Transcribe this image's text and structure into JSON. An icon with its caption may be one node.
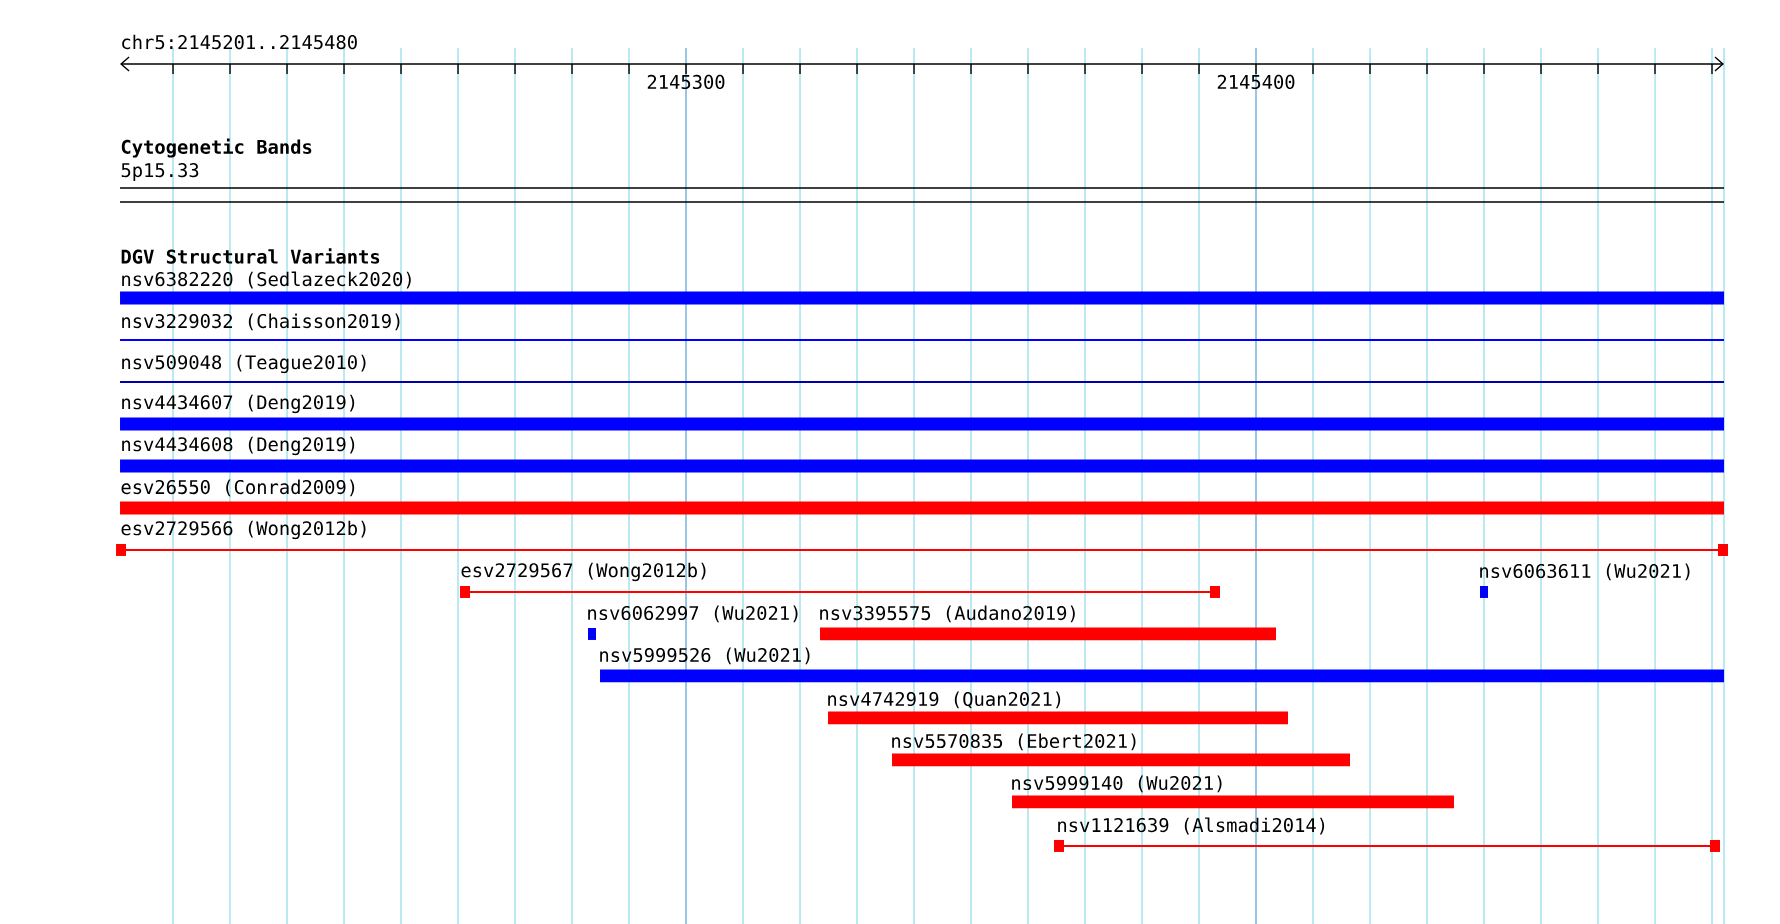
{
  "diagram": {
    "nodes": [
      {
        "text": [
          "nsv6382220 (Sedlazeck2020)"
        ]
      },
      {
        "text": [
          "nsv3229032 (Chaisson2019)"
        ]
      },
      {
        "text": [
          "nsv509048 (Teague2010)"
        ]
      },
      {
        "text": [
          "nsv4434607 (Deng2019)"
        ]
      },
      {
        "text": [
          "nsv4434608 (Deng2019)"
        ]
      },
      {
        "text": [
          "esv26550 (Conrad2009)"
        ]
      },
      {
        "text": [
          "esv2729566 (Wong2012b)"
        ]
      },
      {
        "text": [
          "esv2729567 (Wong2012b)"
        ]
      },
      {
        "text": [
          "nsv6063611 (Wu2021)"
        ]
      },
      {
        "text": [
          "nsv6062997 (Wu2021)"
        ]
      },
      {
        "text": [
          "nsv3395575 (Audano2019)"
        ]
      },
      {
        "text": [
          "nsv5999526 (Wu2021)"
        ]
      },
      {
        "text": [
          "nsv4742919 (Quan2021)"
        ]
      },
      {
        "text": [
          "nsv5570835 (Ebert2021)"
        ]
      },
      {
        "text": [
          "nsv5999140 (Wu2021)"
        ]
      },
      {
        "text": [
          "nsv1121639 (Alsmadi2014)"
        ]
      }
    ],
    "labels": [
      "chr5:2145201..2145480",
      "2145300",
      "2145400",
      "Cytogenetic Bands",
      "5p15.33",
      "DGV Structural Variants"
    ]
  }
}
